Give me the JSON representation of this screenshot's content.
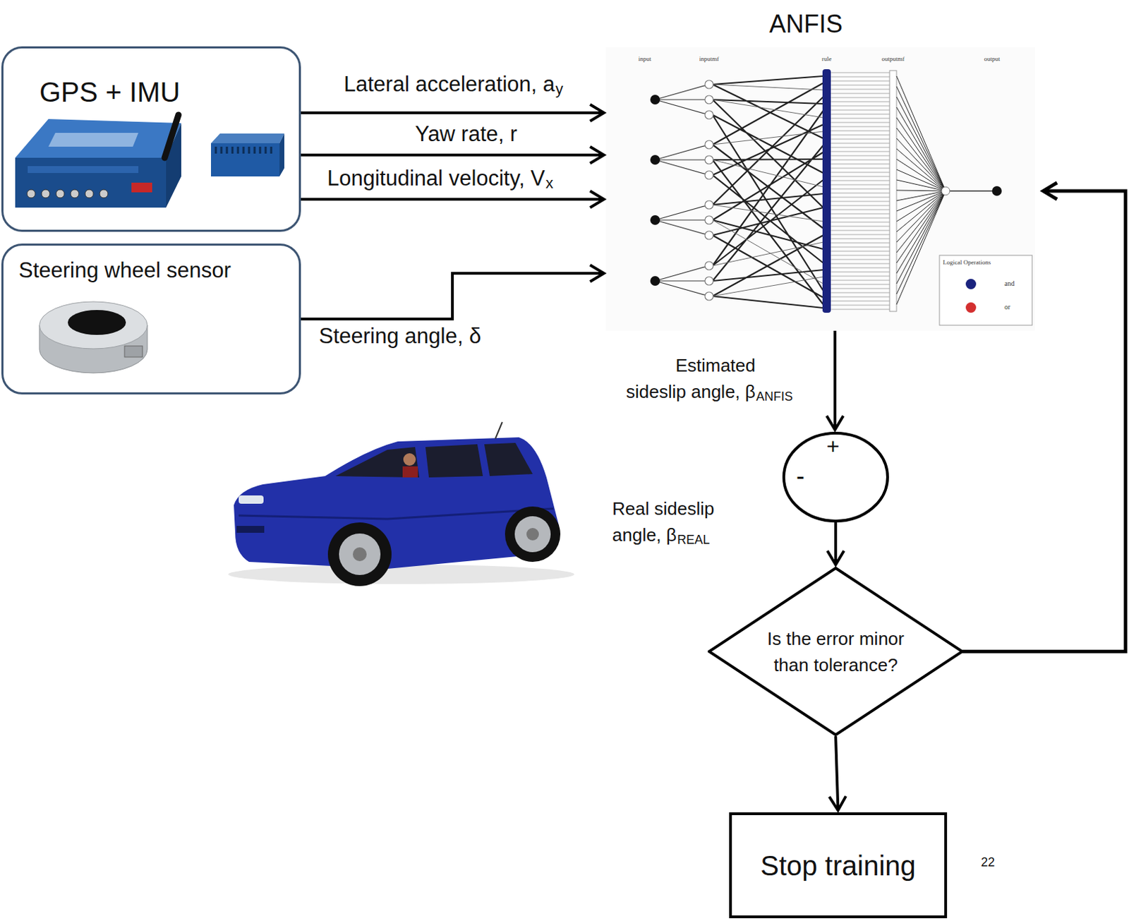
{
  "diagram": {
    "nodes": [
      {
        "text": [
          "GPS + IMU"
        ]
      },
      {
        "text": [
          "Steering wheel sensor"
        ]
      },
      {
        "text": [
          "ANFIS"
        ]
      },
      {
        "text": [
          "+",
          "-"
        ]
      },
      {
        "text": [
          "Is the error minor than tolerance?"
        ]
      },
      {
        "text": [
          "Stop training"
        ]
      }
    ],
    "edges": [
      {
        "from": 0,
        "to": 2,
        "label": "Lateral acceleration, a",
        "arrow": "to"
      },
      {
        "from": 0,
        "to": 2,
        "label": "Yaw rate, r",
        "arrow": "to"
      },
      {
        "from": 0,
        "to": 2,
        "label": "Longitudinal velocity, V",
        "arrow": "to"
      },
      {
        "from": 1,
        "to": 2,
        "label": "Steering angle, δ",
        "arrow": "to"
      },
      {
        "from": 2,
        "to": 3,
        "label": "Estimated sideslip angle, β",
        "arrow": "to"
      },
      {
        "from": 3,
        "to": 4,
        "arrow": "to"
      },
      {
        "from": 4,
        "to": 5,
        "arrow": "to"
      },
      {
        "from": 4,
        "to": 2,
        "arrow": "to"
      }
    ],
    "labels": [
      "y",
      "x",
      "ANFIS",
      "Real sideslip angle, β",
      "REAL",
      "input",
      "inputmf",
      "rule",
      "outputmf",
      "output",
      "Logical Operations",
      "22"
    ],
    "legend": [
      {
        "text": "and",
        "color": "#1a237e"
      },
      {
        "text": "or",
        "color": "#d32f2f"
      }
    ]
  }
}
